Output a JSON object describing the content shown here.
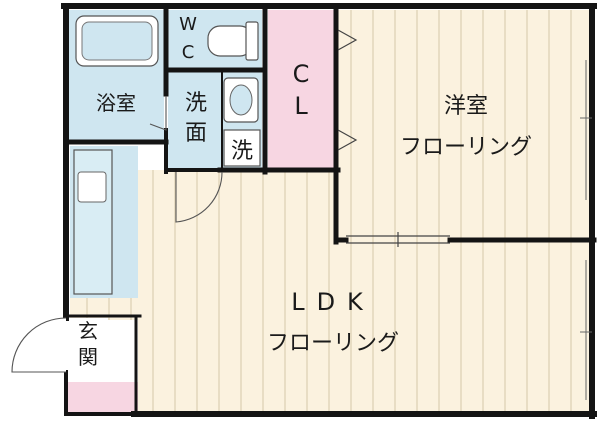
{
  "rooms": {
    "bath": {
      "label": "浴室"
    },
    "wc": {
      "label_top": "W",
      "label_bottom": "C"
    },
    "washroom": {
      "label_top": "洗",
      "label_bottom": "面"
    },
    "washer": {
      "label": "洗"
    },
    "closet": {
      "label_top": "C",
      "label_bottom": "L"
    },
    "western": {
      "title": "洋室",
      "floor": "フローリング"
    },
    "ldk": {
      "title": "LDK",
      "floor": "フローリング"
    },
    "entrance": {
      "label_top": "玄",
      "label_bottom": "関"
    }
  },
  "colors": {
    "wall": "#141414",
    "floor": "#fbf2df",
    "floor_line": "#dccfb3",
    "wet": "#cfe6f0",
    "closet": "#f7d6e2",
    "entrance_tile": "#f7d6e2",
    "fixture": "#ffffff"
  }
}
